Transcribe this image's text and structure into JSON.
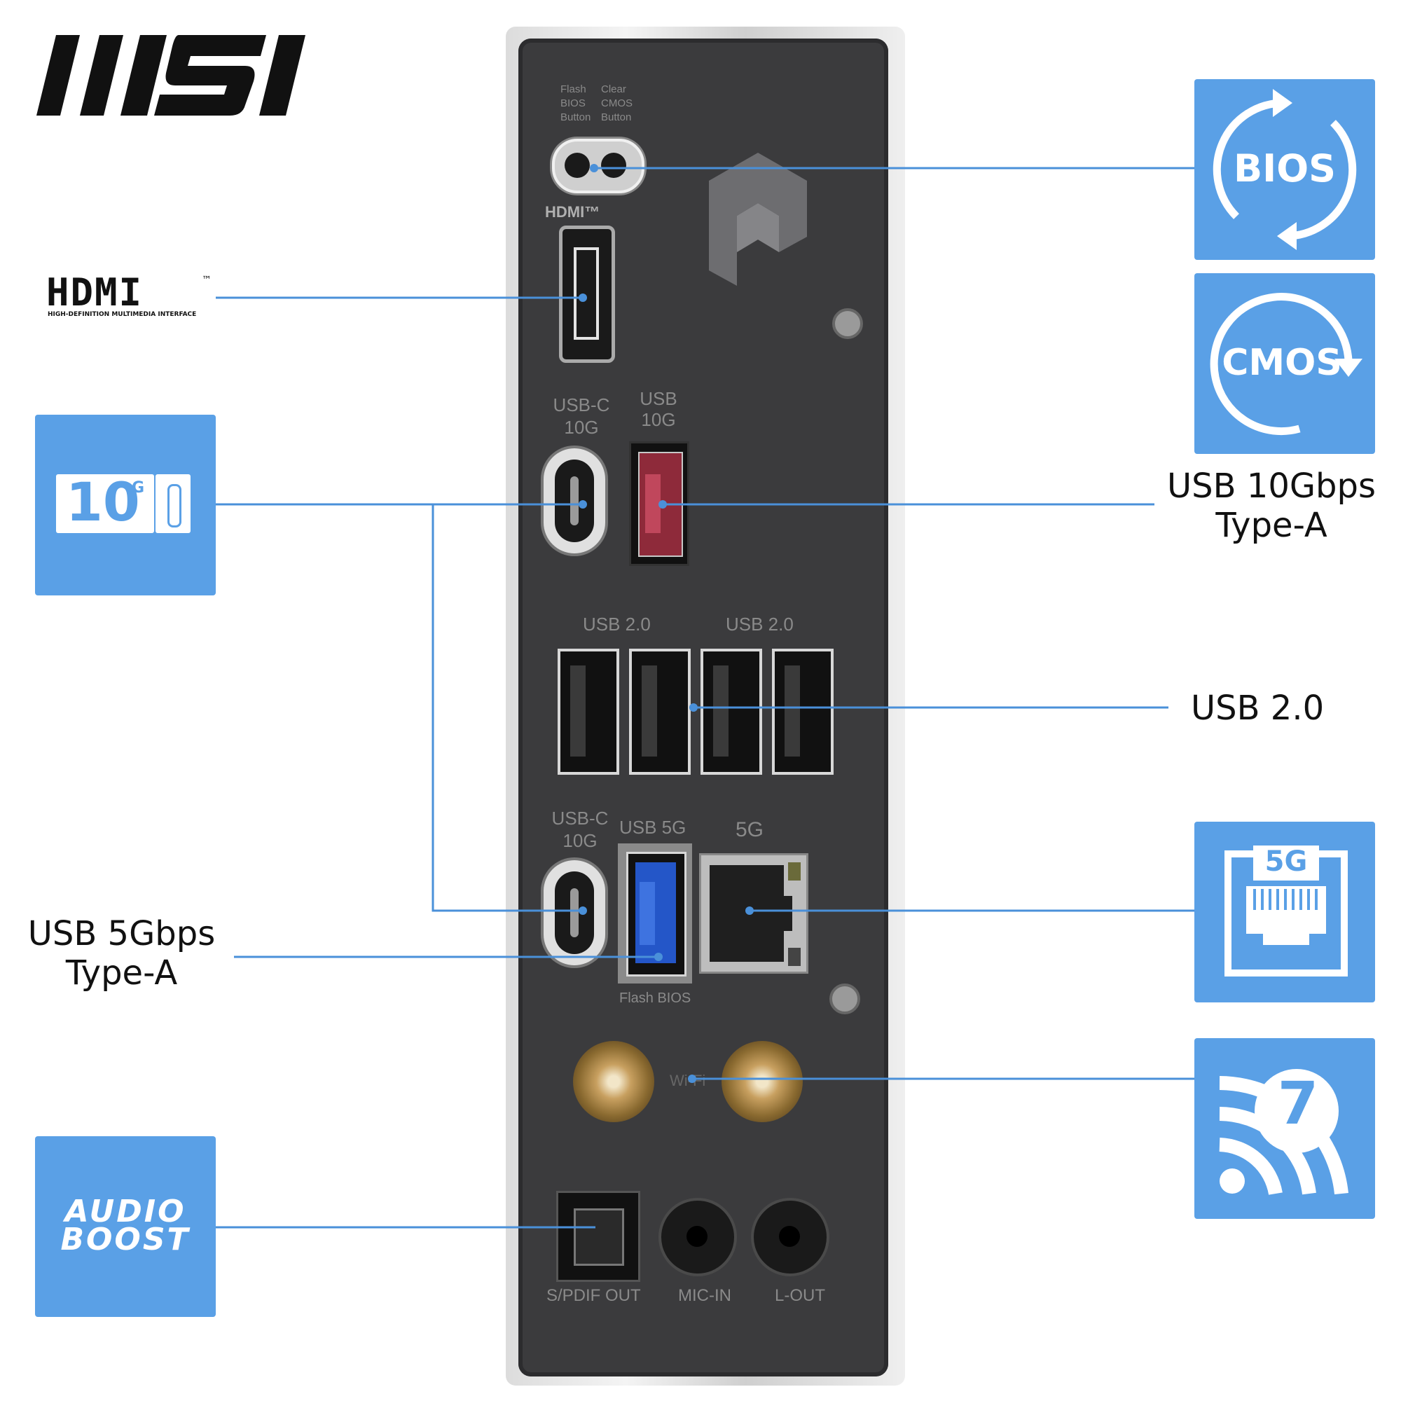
{
  "brand": {
    "logo_text": "MSI",
    "logo_color": "#111111"
  },
  "colors": {
    "accent_blue": "#5aa0e6",
    "line_blue": "#4a90d9",
    "plate": "#3b3b3d",
    "text_dark": "#111111",
    "port_label": "#8a8a8a"
  },
  "left_callouts": {
    "hdmi_logo": {
      "text": "HDMI",
      "trademark": "™",
      "subtitle": "HIGH-DEFINITION MULTIMEDIA INTERFACE"
    },
    "usb_10g_badge": {
      "number": "10",
      "sup": "G"
    },
    "usb_5gbps_label": {
      "line1": "USB 5Gbps",
      "line2": "Type-A"
    },
    "audio_boost_badge": {
      "line1": "AUDIO",
      "line2": "BOOST"
    }
  },
  "right_callouts": {
    "bios_badge": {
      "text": "BIOS"
    },
    "cmos_badge": {
      "text": "CMOS"
    },
    "usb_10gbps_label": {
      "line1": "USB 10Gbps",
      "line2": "Type-A"
    },
    "usb20_label": {
      "text": "USB 2.0"
    },
    "lan_badge": {
      "text": "5G"
    },
    "wifi_badge": {
      "text": "7"
    }
  },
  "panel_labels": {
    "flash_bios": {
      "line1": "Flash",
      "line2": "BIOS",
      "line3": "Button"
    },
    "clear_cmos": {
      "line1": "Clear",
      "line2": "CMOS",
      "line3": "Button"
    },
    "hdmi_small": "HDMI™",
    "usbc_top": {
      "line1": "USB-C",
      "line2": "10G"
    },
    "usb_10g": {
      "line1": "USB",
      "line2": "10G"
    },
    "usb20_left": "USB 2.0",
    "usb20_right": "USB 2.0",
    "usbc_bottom": {
      "line1": "USB-C",
      "line2": "10G"
    },
    "usb_5g": "USB 5G",
    "lan_5g": "5G",
    "flash_bios_port": "Flash BIOS",
    "wifi": "Wi-Fi",
    "spdif": "S/PDIF OUT",
    "mic_in": "MIC-IN",
    "l_out": "L-OUT"
  }
}
